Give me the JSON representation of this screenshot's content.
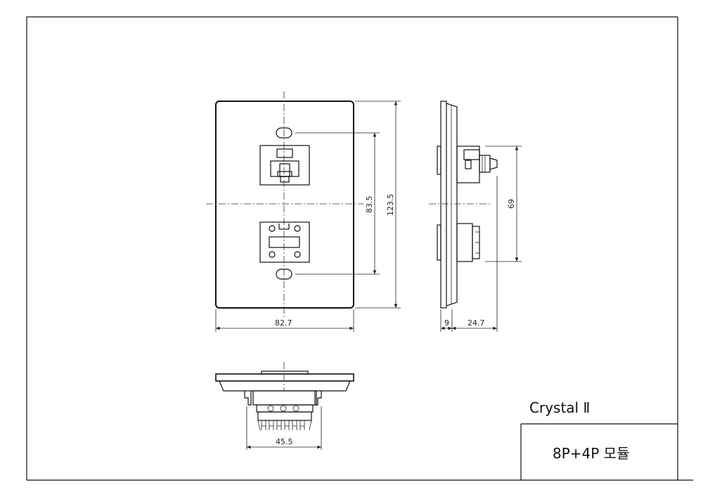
{
  "drawing": {
    "dimensions": {
      "plate_width": "82.7",
      "plate_height": "123.5",
      "hole_spacing": "83.5",
      "plate_thickness": "9",
      "module_depth": "24.7",
      "side_span": "69",
      "bottom_width": "45.5"
    },
    "title_block": {
      "product": "Crystal Ⅱ",
      "description": "8P+4P 모듈"
    }
  }
}
